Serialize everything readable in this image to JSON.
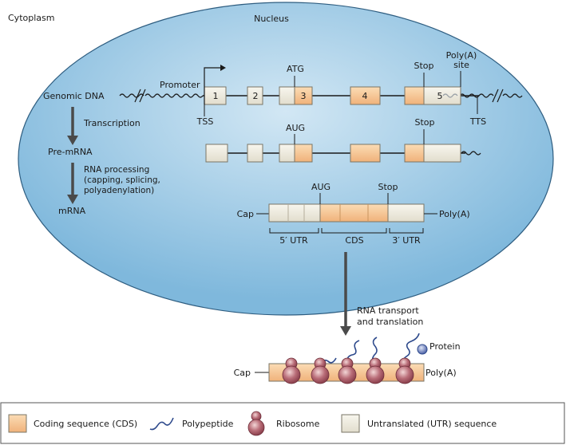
{
  "regions": {
    "cytoplasm": "Cytoplasm",
    "nucleus": "Nucleus"
  },
  "stages": {
    "genomic_dna": "Genomic DNA",
    "pre_mrna": "Pre-mRNA",
    "mrna": "mRNA"
  },
  "processes": {
    "transcription": "Transcription",
    "rna_processing_lines": [
      "RNA processing",
      "(capping, splicing,",
      "polyadenylation)"
    ],
    "transport_lines": [
      "RNA transport",
      "and translation"
    ]
  },
  "dna_row": {
    "promoter": "Promoter",
    "tss": "TSS",
    "tts": "TTS",
    "atg": "ATG",
    "stop": "Stop",
    "polya_site_lines": [
      "Poly(A)",
      "site"
    ],
    "exons": [
      "1",
      "2",
      "3",
      "4",
      "5"
    ]
  },
  "pre_mrna_row": {
    "aug": "AUG",
    "stop": "Stop"
  },
  "mrna_row": {
    "cap": "Cap",
    "aug": "AUG",
    "stop": "Stop",
    "polya": "Poly(A)",
    "utr5": "5′ UTR",
    "cds": "CDS",
    "utr3": "3′ UTR"
  },
  "translation_row": {
    "cap": "Cap",
    "polya": "Poly(A)",
    "protein": "Protein"
  },
  "legend": {
    "cds": "Coding sequence (CDS)",
    "polypeptide": "Polypeptide",
    "ribosome": "Ribosome",
    "utr": "Untranslated (UTR) sequence"
  },
  "colors": {
    "nucleus_fill": "#7fb8dc",
    "cds_fill": "#f5c48e",
    "utr_fill": "#eeeade",
    "ribosome": "#a85a66",
    "polypeptide": "#2e4a8c",
    "arrow": "#4a4a4a"
  }
}
